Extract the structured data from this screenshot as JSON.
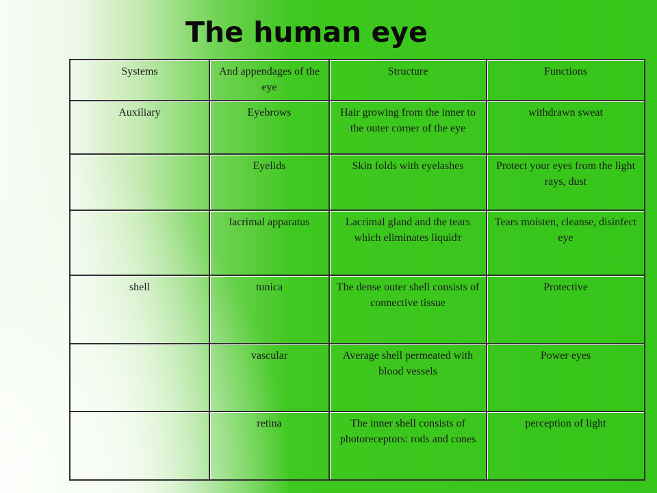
{
  "slide": {
    "title": "The human eye"
  },
  "table": {
    "headers": [
      "Systems",
      "And appendages of the eye",
      "Structure",
      "Functions"
    ],
    "rows": [
      [
        "Auxiliary",
        "Eyebrows",
        "Hair growing from the inner to the outer corner of the eye",
        "withdrawn sweat"
      ],
      [
        "",
        "Eyelids",
        "Skin folds with eyelashes",
        "Protect your eyes from the light rays, dust"
      ],
      [
        "",
        "lacrimal apparatus",
        "Lacrimal gland and the tears which eliminates liquidт",
        "Tears moisten, cleanse, disinfect eye"
      ],
      [
        "shell",
        "tunica",
        "The dense outer shell consists of connective tissue",
        "Protective"
      ],
      [
        "",
        "vascular",
        "Average shell permeated with blood vessels",
        "Power eyes"
      ],
      [
        "",
        "retina",
        "The inner shell consists of photoreceptors: rods and cones",
        "perception of light"
      ]
    ]
  },
  "colors": {
    "background_green": "#36c51a",
    "background_light": "#f7fcf5",
    "border": "#2f2f2f",
    "text": "#1a1a1a"
  }
}
